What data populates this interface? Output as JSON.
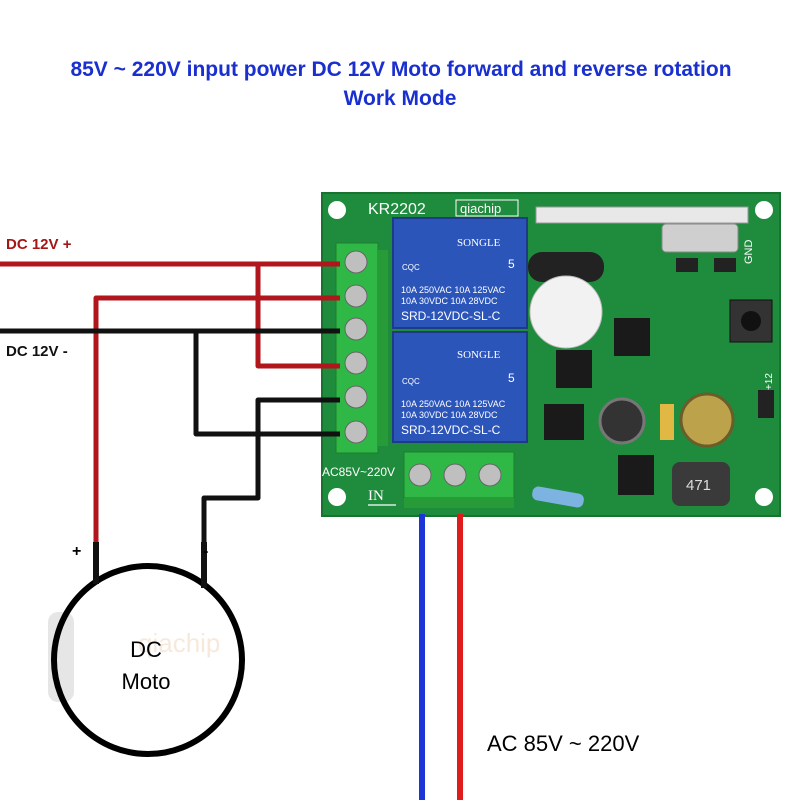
{
  "title": {
    "line1": "85V ~ 220V input power DC 12V Moto forward and reverse rotation",
    "line2": "Work Mode"
  },
  "labels": {
    "dc_positive": "DC 12V +",
    "dc_negative": "DC 12V -",
    "motor_plus": "+",
    "motor_minus": "-",
    "motor_line1": "DC",
    "motor_line2": "Moto",
    "ac_input": "AC 85V ~ 220V"
  },
  "board": {
    "model": "KR2202",
    "brand": "qiachip",
    "gnd": "GND",
    "plus12": "+12",
    "ac_terminal_label": "AC85V~220V",
    "in_label": "IN",
    "inductor_code": "471",
    "relays": [
      {
        "brand": "SONGLE",
        "cert": "CQC",
        "spec1": "10A 250VAC  10A 125VAC",
        "spec2": "10A 30VDC   10A 28VDC",
        "model": "SRD-12VDC-SL-C",
        "pin": "5"
      },
      {
        "brand": "SONGLE",
        "cert": "CQC",
        "spec1": "10A 250VAC  10A 125VAC",
        "spec2": "10A 30VDC   10A 28VDC",
        "model": "SRD-12VDC-SL-C",
        "pin": "5"
      }
    ]
  },
  "watermark": "qiachip",
  "colors": {
    "title": "#1a2fd0",
    "positive_wire": "#b0161c",
    "negative_wire": "#111111",
    "ac_wire_blue": "#1c35d6",
    "ac_wire_red": "#e01b1b",
    "pcb": "#1f8a3a",
    "terminal": "#2db53c",
    "relay": "#2b54b8"
  }
}
